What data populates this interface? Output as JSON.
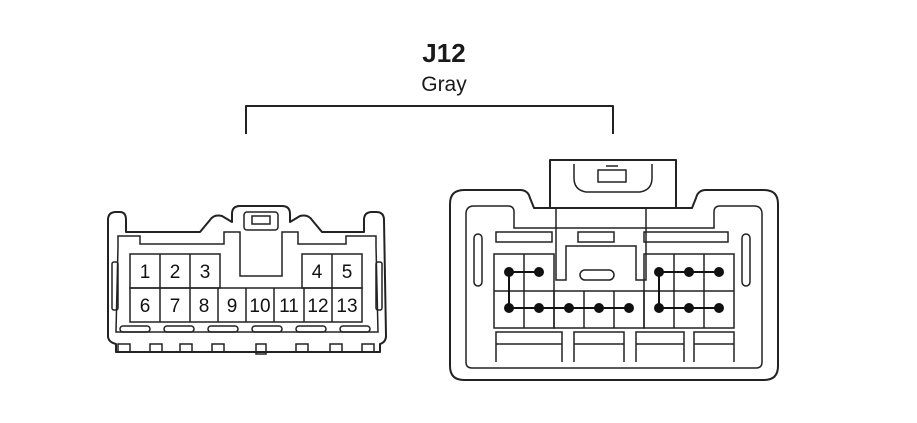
{
  "connector": {
    "name": "J12",
    "color": "Gray"
  },
  "pins": {
    "top_row": [
      "1",
      "2",
      "3",
      "4",
      "5"
    ],
    "bottom_row": [
      "6",
      "7",
      "8",
      "9",
      "10",
      "11",
      "12",
      "13"
    ]
  },
  "colors": {
    "line": "#222222",
    "background": "#ffffff"
  }
}
